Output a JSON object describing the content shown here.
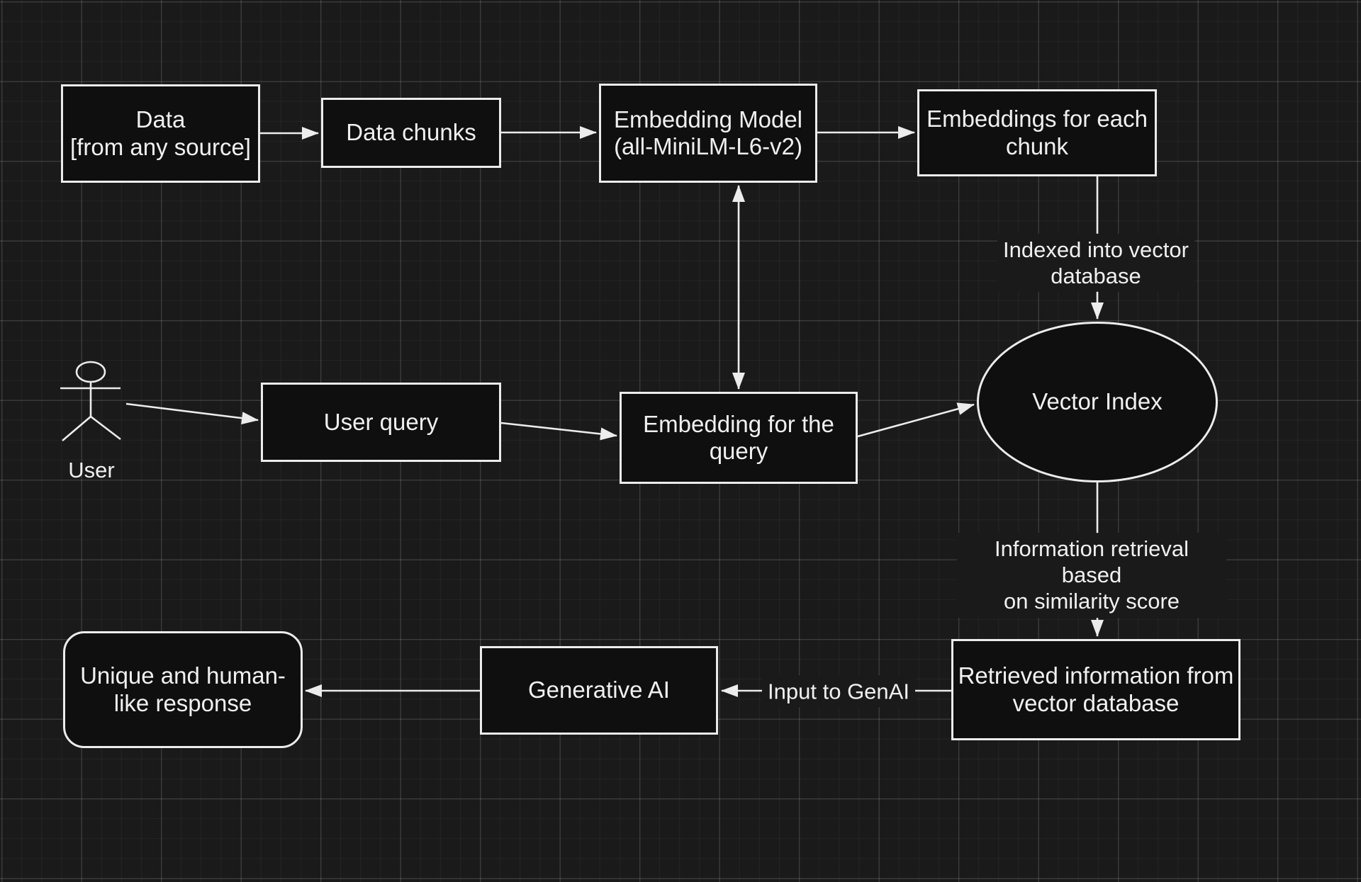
{
  "canvas": {
    "background_color": "#1a1a1a",
    "grid_minor_color": "#232323",
    "grid_major_color": "#2d2d2d",
    "shape_fill_color": "#0f0f0f",
    "stroke_color": "#ececec",
    "text_color": "#f0f0f0"
  },
  "nodes": {
    "data_source": {
      "label": "Data\n[from any source]",
      "shape": "rectangle"
    },
    "data_chunks": {
      "label": "Data chunks",
      "shape": "rectangle"
    },
    "embedding_model": {
      "label": "Embedding Model\n(all-MiniLM-L6-v2)",
      "shape": "rectangle"
    },
    "chunk_embeddings": {
      "label": "Embeddings for each\nchunk",
      "shape": "rectangle"
    },
    "vector_index": {
      "label": "Vector Index",
      "shape": "ellipse"
    },
    "user_actor": {
      "label": "User",
      "shape": "stick-figure-actor"
    },
    "user_query": {
      "label": "User query",
      "shape": "rectangle"
    },
    "query_embedding": {
      "label": "Embedding for the\nquery",
      "shape": "rectangle"
    },
    "retrieved_info": {
      "label": "Retrieved information from\nvector database",
      "shape": "rectangle"
    },
    "generative_ai": {
      "label": "Generative AI",
      "shape": "rectangle"
    },
    "response": {
      "label": "Unique and human-\nlike response",
      "shape": "rounded-rectangle"
    }
  },
  "edge_labels": {
    "indexed_into_vector_db": "Indexed into vector\ndatabase",
    "information_retrieval": "Information retrieval based\non similarity score",
    "input_to_genai": "Input to GenAI"
  }
}
